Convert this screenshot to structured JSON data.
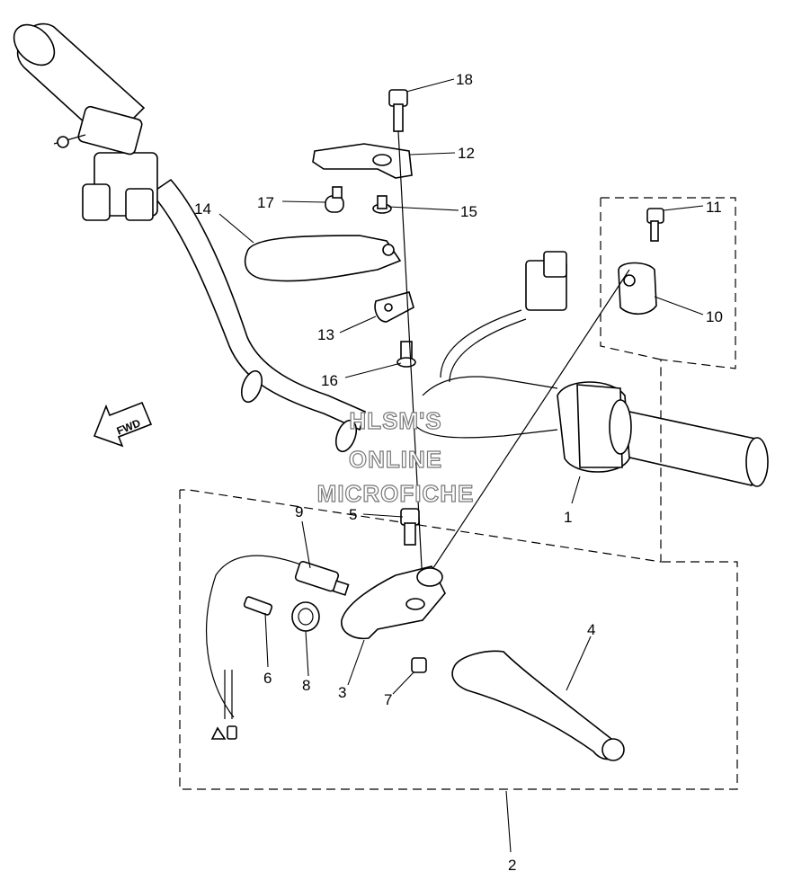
{
  "watermark": {
    "line1": "HLSM'S",
    "line2": "ONLINE",
    "line3": "MICROFICHE"
  },
  "forward_arrow": {
    "label": "FWD"
  },
  "callouts": [
    {
      "id": "callout-1",
      "text": "1"
    },
    {
      "id": "callout-2",
      "text": "2"
    },
    {
      "id": "callout-3",
      "text": "3"
    },
    {
      "id": "callout-4",
      "text": "4"
    },
    {
      "id": "callout-5",
      "text": "5"
    },
    {
      "id": "callout-6",
      "text": "6"
    },
    {
      "id": "callout-7",
      "text": "7"
    },
    {
      "id": "callout-8",
      "text": "8"
    },
    {
      "id": "callout-9",
      "text": "9"
    },
    {
      "id": "callout-10",
      "text": "10"
    },
    {
      "id": "callout-11",
      "text": "11"
    },
    {
      "id": "callout-12",
      "text": "12"
    },
    {
      "id": "callout-13",
      "text": "13"
    },
    {
      "id": "callout-14",
      "text": "14"
    },
    {
      "id": "callout-15",
      "text": "15"
    },
    {
      "id": "callout-16",
      "text": "16"
    },
    {
      "id": "callout-17",
      "text": "17"
    },
    {
      "id": "callout-18",
      "text": "18"
    }
  ]
}
